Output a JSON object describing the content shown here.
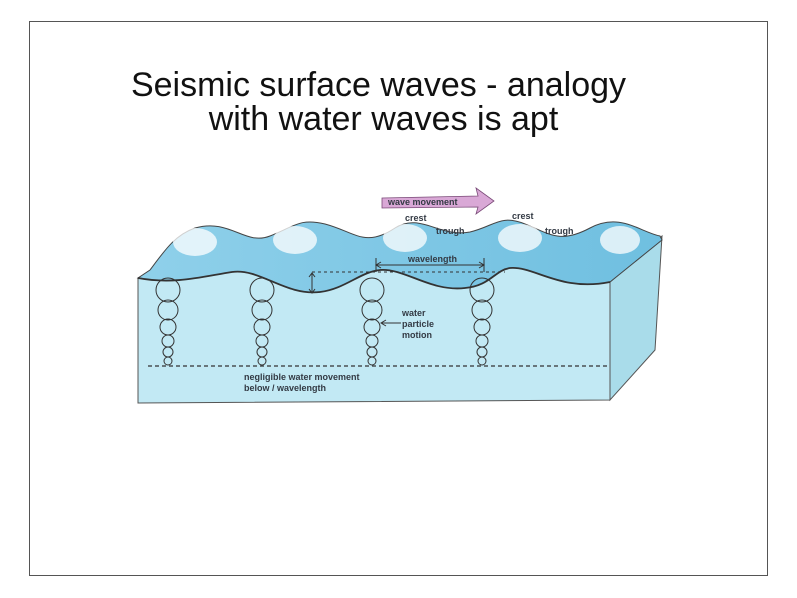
{
  "title": {
    "line1": "Seismic surface waves - analogy",
    "line2": "with water waves is apt"
  },
  "diagram": {
    "labels": {
      "wave_movement": "wave movement",
      "crest_1": "crest",
      "crest_2": "crest",
      "trough_1": "trough",
      "trough_2": "trough",
      "wavelength": "wavelength",
      "water_line1": "water",
      "water_line2": "particle",
      "water_line3": "motion",
      "negligible_line1": "negligible water movement",
      "negligible_line2": "below / wavelength"
    },
    "colors": {
      "water_front": "#c2e9f4",
      "water_top": "#7ec8e4",
      "water_side": "#a9dcea",
      "arrow": "#d9a8d6",
      "outline": "#333333"
    }
  }
}
